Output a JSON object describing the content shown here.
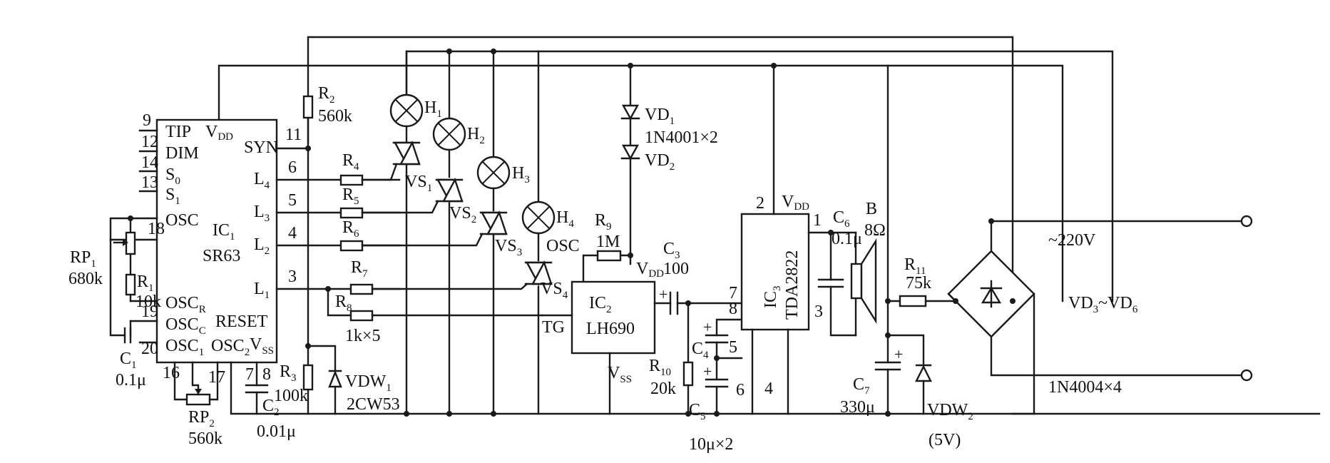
{
  "ic1": {
    "name": "IC",
    "name_sub": "1",
    "part": "SR63",
    "pins_left": [
      {
        "num": "9",
        "label": "TIP"
      },
      {
        "num": "12",
        "label": "DIM"
      },
      {
        "num": "14",
        "label": "S",
        "sub": "0"
      },
      {
        "num": "13",
        "label": "S",
        "sub": "1"
      },
      {
        "num": "",
        "label": "OSC"
      },
      {
        "num": "18",
        "label": ""
      },
      {
        "num": "",
        "label": "OSC",
        "sub": "R"
      },
      {
        "num": "19",
        "label": "OSC",
        "sub": "C"
      },
      {
        "num": "20",
        "label": "OSC",
        "sub": "1"
      }
    ],
    "vdd": "V",
    "vdd_sub": "DD",
    "reset": "RESET",
    "osc2": "OSC",
    "osc2_sub": "2",
    "vss": "V",
    "vss_sub": "SS",
    "pins_right": [
      {
        "num": "11",
        "label": "SYN"
      },
      {
        "num": "6",
        "label": "L",
        "sub": "4"
      },
      {
        "num": "5",
        "label": "L",
        "sub": "3"
      },
      {
        "num": "4",
        "label": "L",
        "sub": "2"
      },
      {
        "num": "3",
        "label": "L",
        "sub": "1"
      }
    ],
    "pins_bottom": [
      "16",
      "17",
      "7",
      "8"
    ]
  },
  "ic2": {
    "name": "IC",
    "name_sub": "2",
    "part": "LH690",
    "tg": "TG",
    "osc": "OSC",
    "vdd": "V",
    "vdd_sub": "DD",
    "vss": "V",
    "vss_sub": "SS"
  },
  "ic3": {
    "name": "IC",
    "name_sub": "3",
    "part": "TDA2822",
    "vdd": "V",
    "vdd_sub": "DD",
    "pins": [
      "2",
      "1",
      "7",
      "8",
      "5",
      "3",
      "6",
      "4"
    ]
  },
  "components": {
    "rp1": {
      "name": "RP",
      "sub": "1",
      "value": "680k"
    },
    "r1": {
      "name": "R",
      "sub": "1",
      "value": "10k"
    },
    "c1": {
      "name": "C",
      "sub": "1",
      "value": "0.1μ"
    },
    "rp2": {
      "name": "RP",
      "sub": "2",
      "value": "560k"
    },
    "c2": {
      "name": "C",
      "sub": "2",
      "value": "0.01μ"
    },
    "r2": {
      "name": "R",
      "sub": "2",
      "value": "560k"
    },
    "r3": {
      "name": "R",
      "sub": "3",
      "value": "100k"
    },
    "vdw1": {
      "name": "VDW",
      "sub": "1",
      "value": "2CW53"
    },
    "r4": {
      "name": "R",
      "sub": "4"
    },
    "r5": {
      "name": "R",
      "sub": "5"
    },
    "r6": {
      "name": "R",
      "sub": "6"
    },
    "r7": {
      "name": "R",
      "sub": "7"
    },
    "r8": {
      "name": "R",
      "sub": "8",
      "value": "1k×5"
    },
    "h1": {
      "name": "H",
      "sub": "1"
    },
    "h2": {
      "name": "H",
      "sub": "2"
    },
    "h3": {
      "name": "H",
      "sub": "3"
    },
    "h4": {
      "name": "H",
      "sub": "4"
    },
    "vs1": {
      "name": "VS",
      "sub": "1"
    },
    "vs2": {
      "name": "VS",
      "sub": "2"
    },
    "vs3": {
      "name": "VS",
      "sub": "3"
    },
    "vs4": {
      "name": "VS",
      "sub": "4"
    },
    "vd1": {
      "name": "VD",
      "sub": "1",
      "value": "1N4001×2"
    },
    "vd2": {
      "name": "VD",
      "sub": "2"
    },
    "r9": {
      "name": "R",
      "sub": "9",
      "value": "1M"
    },
    "c3": {
      "name": "C",
      "sub": "3",
      "value": "100"
    },
    "c4": {
      "name": "C",
      "sub": "4"
    },
    "c5": {
      "name": "C",
      "sub": "5",
      "value": "10μ×2"
    },
    "r10": {
      "name": "R",
      "sub": "10",
      "value": "20k"
    },
    "c6": {
      "name": "C",
      "sub": "6",
      "value": "0.1μ"
    },
    "b": {
      "name": "B",
      "value": "8Ω"
    },
    "r11": {
      "name": "R",
      "sub": "11",
      "value": "75k"
    },
    "vd3": {
      "name": "VD",
      "sub": "3",
      "range": "~VD",
      "sub2": "6",
      "value": "1N4004×4"
    },
    "c7": {
      "name": "C",
      "sub": "7",
      "value": "330μ"
    },
    "vdw2": {
      "name": "VDW",
      "sub": "2",
      "value": "(5V)"
    },
    "ac": {
      "value": "~220V"
    }
  }
}
